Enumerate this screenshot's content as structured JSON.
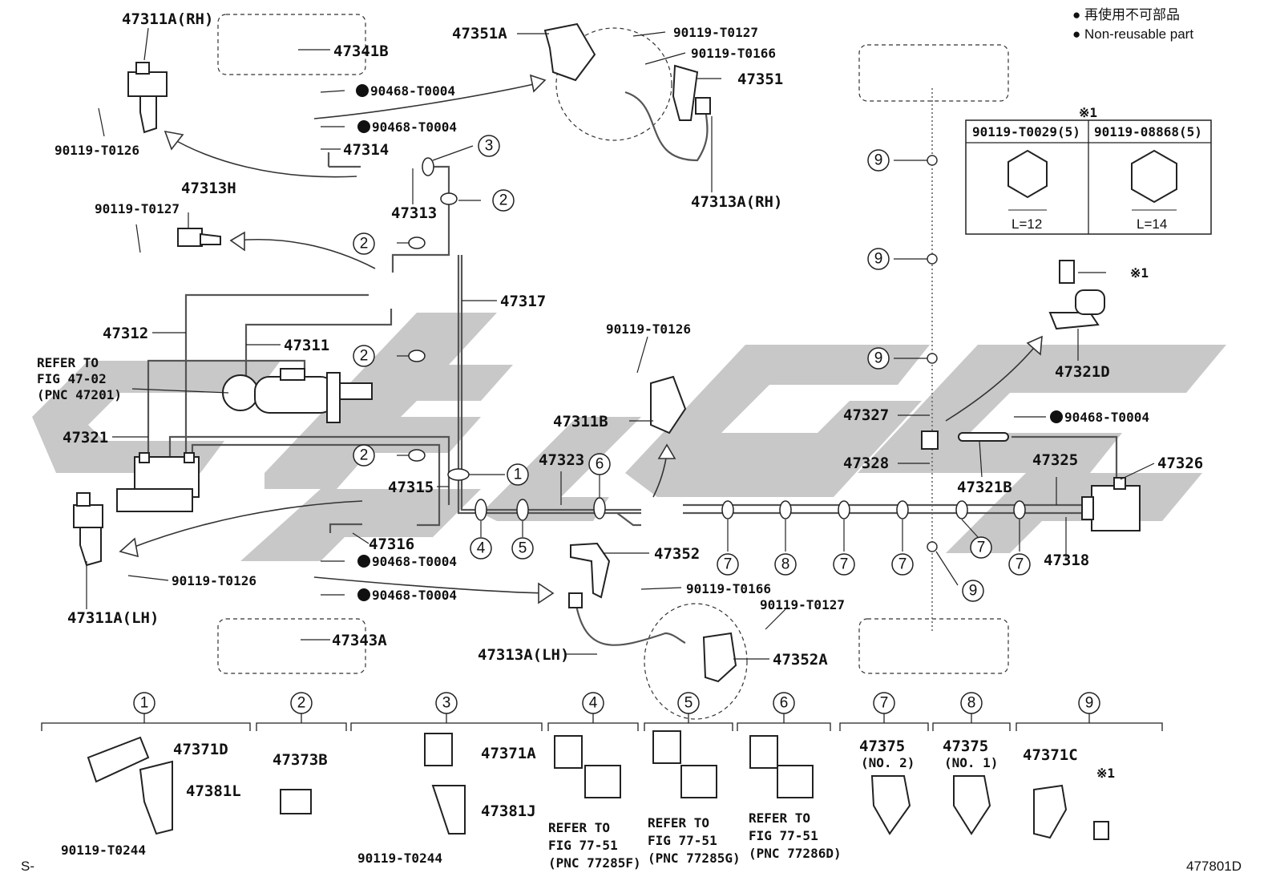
{
  "legend": {
    "line_jp": "● 再使用不可部品",
    "line_en": "● Non-reusable part"
  },
  "labels": {
    "p47311A_RH": "47311A(RH)",
    "p47341B": "47341B",
    "p90468_a": "90468-T0004",
    "p90468_b": "90468-T0004",
    "p47314": "47314",
    "p47313": "47313",
    "p90119_T0126_a": "90119-T0126",
    "p47313H": "47313H",
    "p90119_T0127_a": "90119-T0127",
    "p47351A": "47351A",
    "p90119_T0127_b": "90119-T0127",
    "p90119_T0166_a": "90119-T0166",
    "p47351": "47351",
    "p47313A_RH": "47313A(RH)",
    "p47317": "47317",
    "p47312": "47312",
    "p47311": "47311",
    "refer1_l1": "REFER TO",
    "refer1_l2": "FIG 47-02",
    "refer1_l3": "(PNC 47201)",
    "p47321": "47321",
    "p47315": "47315",
    "p47323": "47323",
    "p90119_T0126_b": "90119-T0126",
    "p47311B": "47311B",
    "p47311A_LH": "47311A(LH)",
    "p90119_T0126_c": "90119-T0126",
    "p47316": "47316",
    "p90468_c": "90468-T0004",
    "p90468_d": "90468-T0004",
    "p47343A": "47343A",
    "p47352": "47352",
    "p90119_T0166_b": "90119-T0166",
    "p90119_T0127_c": "90119-T0127",
    "p47313A_LH": "47313A(LH)",
    "p47352A": "47352A",
    "p47327": "47327",
    "p47328": "47328",
    "p47321B": "47321B",
    "p47325": "47325",
    "p47326": "47326",
    "p47318": "47318",
    "p47321D": "47321D",
    "p90468_e": "90468-T0004",
    "note_x1": "※1",
    "note_x1_b": "※1",
    "note_x1_c": "※1",
    "table_h1": "90119-T0029(5)",
    "table_h2": "90119-08868(5)",
    "table_L1": "L=12",
    "table_L2": "L=14"
  },
  "callouts": {
    "c3": "3",
    "c2a": "2",
    "c2b": "2",
    "c2c": "2",
    "c2d": "2",
    "c1": "1",
    "c6": "6",
    "c4": "4",
    "c5": "5",
    "c7a": "7",
    "c8": "8",
    "c7b": "7",
    "c7c": "7",
    "c7d": "7",
    "c7e": "7",
    "c9a": "9",
    "c9b": "9",
    "c9c": "9",
    "c9d": "9"
  },
  "bottom_groups": {
    "g1": {
      "num": "1",
      "a": "47371D",
      "b": "47381L",
      "c": "90119-T0244"
    },
    "g2": {
      "num": "2",
      "a": "47373B"
    },
    "g3": {
      "num": "3",
      "a": "47371A",
      "b": "47381J",
      "c": "90119-T0244"
    },
    "g4": {
      "num": "4",
      "l1": "REFER TO",
      "l2": "FIG 77-51",
      "l3": "(PNC 77285F)"
    },
    "g5": {
      "num": "5",
      "l1": "REFER TO",
      "l2": "FIG 77-51",
      "l3": "(PNC 77285G)"
    },
    "g6": {
      "num": "6",
      "l1": "REFER TO",
      "l2": "FIG 77-51",
      "l3": "(PNC 77286D)"
    },
    "g7": {
      "num": "7",
      "a": "47375",
      "b": "(NO. 2)"
    },
    "g8": {
      "num": "8",
      "a": "47375",
      "b": "(NO. 1)"
    },
    "g9": {
      "num": "9",
      "a": "47371C",
      "b": "※1"
    }
  },
  "footer": {
    "left": "S-",
    "right": "477801D"
  },
  "colors": {
    "watermark": "#c8c8c8",
    "non_reusable_dot": "#111111"
  }
}
